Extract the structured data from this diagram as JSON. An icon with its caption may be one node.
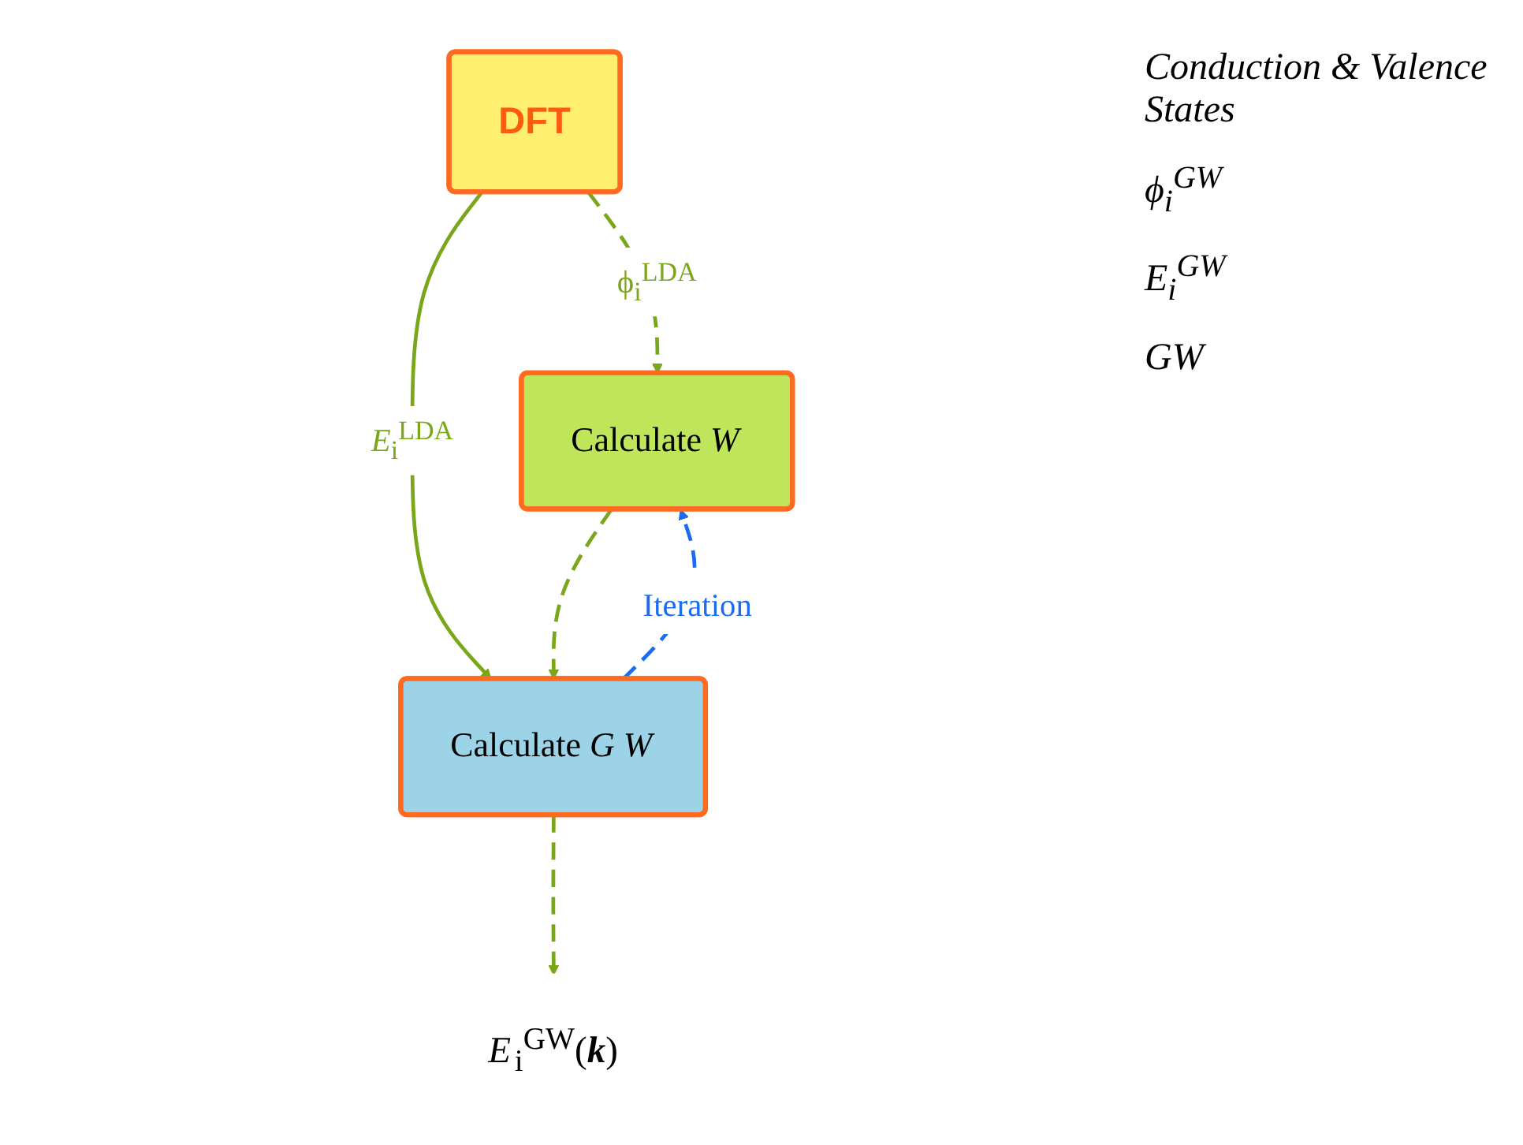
{
  "diagram": {
    "nodes": [
      {
        "text": [
          "DFT"
        ]
      },
      {
        "text": [
          "Calculate *W*"
        ]
      },
      {
        "text": [
          "Calculate *G W*"
        ]
      },
      {
        "text": [
          "*E*$_{i}$$^{GW}$(**k**)"
        ]
      }
    ],
    "edges": [
      {
        "from": 0,
        "to": 1,
        "arrow": "to",
        "label": "ϕ$_{i}$$^{LDA}$",
        "style": "dashed"
      },
      {
        "from": 0,
        "to": 2,
        "arrow": "to",
        "label": "*E*$_{i}$$^{LDA}$"
      },
      {
        "from": 1,
        "to": 2,
        "arrow": "to",
        "style": "dashed"
      },
      {
        "from": 2,
        "to": 1,
        "arrow": "to",
        "label": "Iteration",
        "style": "dashed",
        "color": "#1a6cf0"
      },
      {
        "from": 2,
        "to": 3,
        "arrow": "to",
        "style": "dashed"
      }
    ],
    "labels": [
      "Conduction & Valence States",
      "ϕ$_{i}$$^{GW}$",
      "*E*$_{i}$$^{GW}$",
      "GW"
    ]
  }
}
